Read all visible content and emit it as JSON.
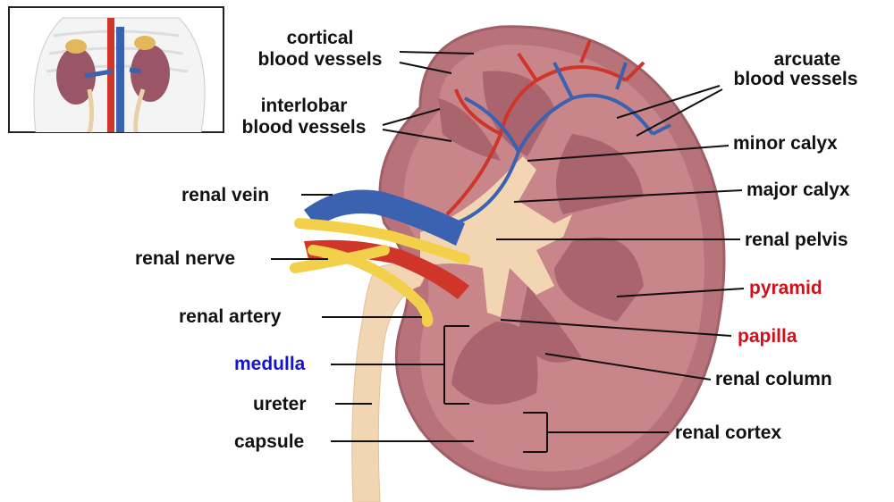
{
  "labels": {
    "cortical_blood_vessels": [
      "cortical",
      "blood vessels"
    ],
    "interlobar_blood_vessels": [
      "interlobar",
      "blood vessels"
    ],
    "arcuate_blood_vessels": [
      "arcuate",
      "blood vessels"
    ],
    "minor_calyx": "minor calyx",
    "major_calyx": "major calyx",
    "renal_pelvis": "renal pelvis",
    "pyramid": "pyramid",
    "papilla": "papilla",
    "renal_column": "renal column",
    "renal_cortex": "renal cortex",
    "renal_vein": "renal vein",
    "renal_nerve": "renal nerve",
    "renal_artery": "renal artery",
    "medulla": "medulla",
    "ureter": "ureter",
    "capsule": "capsule"
  },
  "colors": {
    "label_default": "#111111",
    "label_highlight_red": "#d0101a",
    "label_highlight_blue": "#1515d0",
    "kidney": "#b8737a",
    "artery": "#d0352a",
    "vein": "#3a62b0",
    "nerve": "#f2d04a",
    "pelvis": "#f2d6b4"
  }
}
